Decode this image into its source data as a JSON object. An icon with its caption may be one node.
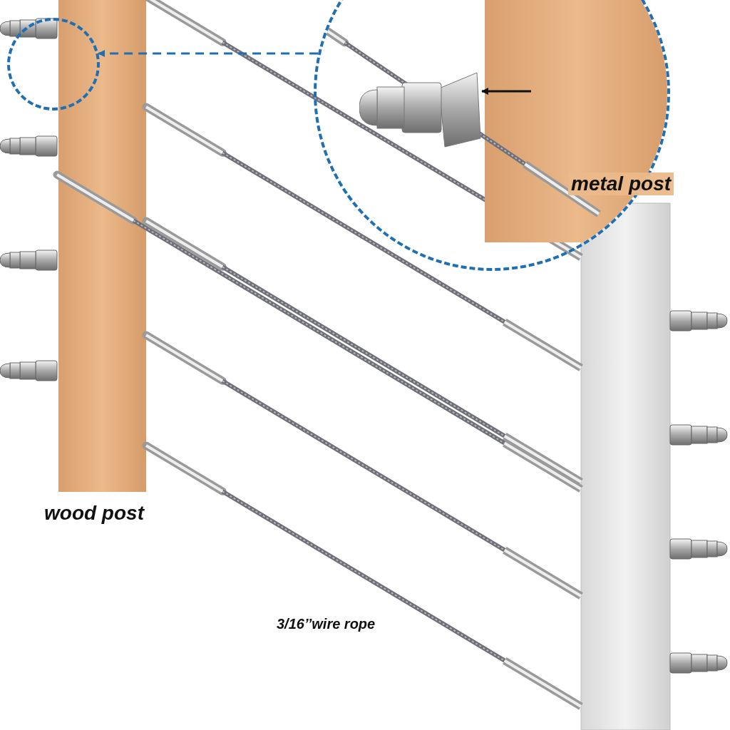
{
  "diagram": {
    "nodes": [
      {
        "text": [],
        "shape": "circle"
      },
      {
        "text": [],
        "shape": "circle"
      },
      {
        "text": [],
        "shape": "picture",
        "in": 1
      }
    ],
    "edges": [
      {
        "from": 1,
        "to": 0,
        "arrow": "to",
        "style": "dashed",
        "color": "#1f6fb5"
      },
      {
        "from": null,
        "to": 2,
        "arrow": "to",
        "color": "#111111"
      }
    ],
    "labels": [
      "metal post",
      "wood post",
      "3/16’’wire rope"
    ]
  }
}
